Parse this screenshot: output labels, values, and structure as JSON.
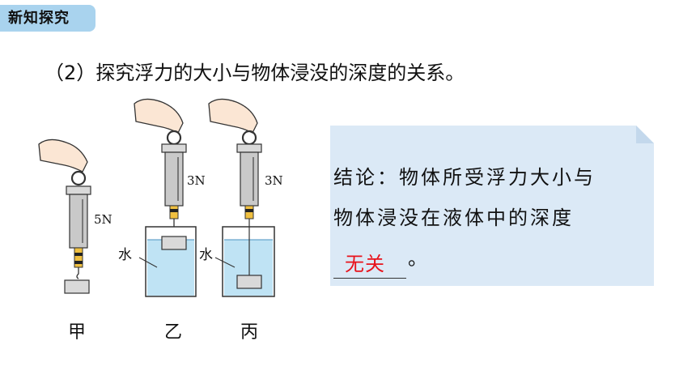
{
  "badge": {
    "label": "新知探究"
  },
  "heading": {
    "text": "（2）探究浮力的大小与物体浸没的深度的关系。"
  },
  "figures": [
    {
      "label": "甲",
      "reading": "5N"
    },
    {
      "label": "乙",
      "reading": "3N",
      "liquid": "水"
    },
    {
      "label": "丙",
      "reading": "3N",
      "liquid": "水"
    }
  ],
  "conclusion": {
    "line1": "结论：物体所受浮力大小与",
    "line2": "物体浸没在液体中的深度",
    "answer": "无关",
    "end": "。"
  },
  "colors": {
    "badge": "#a9d3ee",
    "panel": "#dbe9f6",
    "water": "#bfe3f4",
    "answer": "#e8121b"
  }
}
